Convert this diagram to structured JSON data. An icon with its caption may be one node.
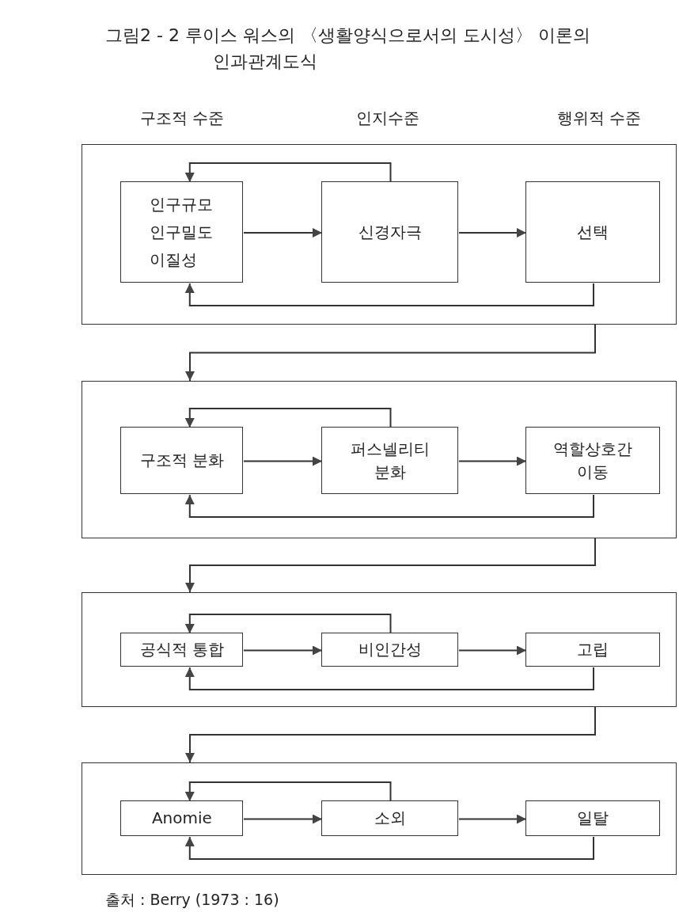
{
  "diagram": {
    "title": "그림2 - 2 루이스 워스의 〈생활양식으로서의 도시성〉 이론의 인과관계도식",
    "caption": "출처 : Berry (1973 : 16)",
    "nodes": [
      {
        "text": [],
        "shape": "box"
      },
      {
        "text": [
          "인구규모",
          "인구밀도",
          "이질성"
        ],
        "in": 0
      },
      {
        "text": [
          "신경자극"
        ],
        "in": 0
      },
      {
        "text": [
          "선택"
        ],
        "in": 0
      },
      {
        "text": [],
        "shape": "box"
      },
      {
        "text": [
          "구조적 분화"
        ],
        "in": 4
      },
      {
        "text": [
          "퍼스넬리티 분화"
        ],
        "in": 4
      },
      {
        "text": [
          "역할상호간 이동"
        ],
        "in": 4
      },
      {
        "text": [],
        "shape": "box"
      },
      {
        "text": [
          "공식적 통합"
        ],
        "in": 8
      },
      {
        "text": [
          "비인간성"
        ],
        "in": 8
      },
      {
        "text": [
          "고립"
        ],
        "in": 8
      },
      {
        "text": [],
        "shape": "box"
      },
      {
        "text": [
          "Anomie"
        ],
        "in": 12
      },
      {
        "text": [
          "소외"
        ],
        "in": 12
      },
      {
        "text": [
          "일탈"
        ],
        "in": 12
      }
    ],
    "edges": [
      {
        "from": 1,
        "to": 2,
        "arrow": "to"
      },
      {
        "from": 2,
        "to": 3,
        "arrow": "to"
      },
      {
        "from": 2,
        "to": 1,
        "arrow": "to"
      },
      {
        "from": 3,
        "to": 1,
        "arrow": "to"
      },
      {
        "from": 0,
        "to": 4,
        "arrow": "to"
      },
      {
        "from": 5,
        "to": 6,
        "arrow": "to"
      },
      {
        "from": 6,
        "to": 7,
        "arrow": "to"
      },
      {
        "from": 6,
        "to": 5,
        "arrow": "to"
      },
      {
        "from": 7,
        "to": 5,
        "arrow": "to"
      },
      {
        "from": 4,
        "to": 8,
        "arrow": "to"
      },
      {
        "from": 9,
        "to": 10,
        "arrow": "to"
      },
      {
        "from": 10,
        "to": 11,
        "arrow": "to"
      },
      {
        "from": 10,
        "to": 9,
        "arrow": "to"
      },
      {
        "from": 11,
        "to": 9,
        "arrow": "to"
      },
      {
        "from": 8,
        "to": 12,
        "arrow": "to"
      },
      {
        "from": 13,
        "to": 14,
        "arrow": "to"
      },
      {
        "from": 14,
        "to": 15,
        "arrow": "to"
      },
      {
        "from": 14,
        "to": 13,
        "arrow": "to"
      },
      {
        "from": 15,
        "to": 13,
        "arrow": "to"
      }
    ],
    "labels": [
      "구조적 수준",
      "인지수준",
      "행위적 수준"
    ]
  }
}
